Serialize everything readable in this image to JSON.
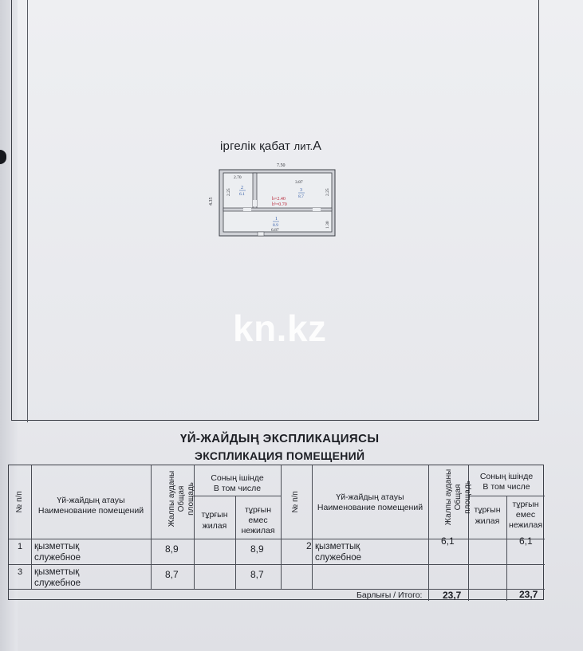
{
  "plan": {
    "title_main": "іргелік қабат",
    "title_lit": "лит.",
    "title_letter": "A",
    "dims": {
      "top": "7.50",
      "left": "4.35",
      "room2_width": "2.70",
      "room3_width": "3.87",
      "room2_height": "2.25",
      "room3_height": "2.25",
      "room1_width": "6.87",
      "room1_height": "1.30"
    },
    "rooms": [
      {
        "num": "2",
        "area": "6.1"
      },
      {
        "num": "3",
        "area": "8.7"
      },
      {
        "num": "1",
        "area": "8.9"
      }
    ],
    "heights": {
      "h": "h=2.40",
      "hb": "hᵇ=0.70"
    }
  },
  "watermark": "kn.kz",
  "headings": {
    "line1": "ҮЙ-ЖАЙДЫҢ ЭКСПЛИКАЦИЯСЫ",
    "line2": "ЭКСПЛИКАЦИЯ ПОМЕЩЕНИЙ"
  },
  "table": {
    "col_num": "№ п/п",
    "col_name_kz": "Үй-жайдың атауы",
    "col_name_ru": "Наименование помещений",
    "col_area_kz": "Жалпы ауданы",
    "col_area_ru": "Общая",
    "col_area_ru2": "площадь",
    "col_incl_kz": "Соның ішінде",
    "col_incl_ru": "В том числе",
    "col_living_kz": "тұрғын",
    "col_living_ru": "жилая",
    "col_nonliving_kz": "тұрғын",
    "col_nonliving_kz2": "емес",
    "col_nonliving_ru": "нежилая",
    "rows_left": [
      {
        "num": "1",
        "name_kz": "қызметтық",
        "name_ru": "служебное",
        "area": "8,9",
        "living": "",
        "nonliving": "8,9"
      },
      {
        "num": "3",
        "name_kz": "қызметтық",
        "name_ru": "служебное",
        "area": "8,7",
        "living": "",
        "nonliving": "8,7"
      }
    ],
    "rows_right": [
      {
        "num": "2",
        "name_kz": "қызметтық",
        "name_ru": "служебное",
        "area": "6,1",
        "living": "",
        "nonliving": "6,1"
      }
    ],
    "total_label": "Барлығы / Итого:",
    "total_area": "23,7",
    "total_nonliving": "23,7"
  }
}
